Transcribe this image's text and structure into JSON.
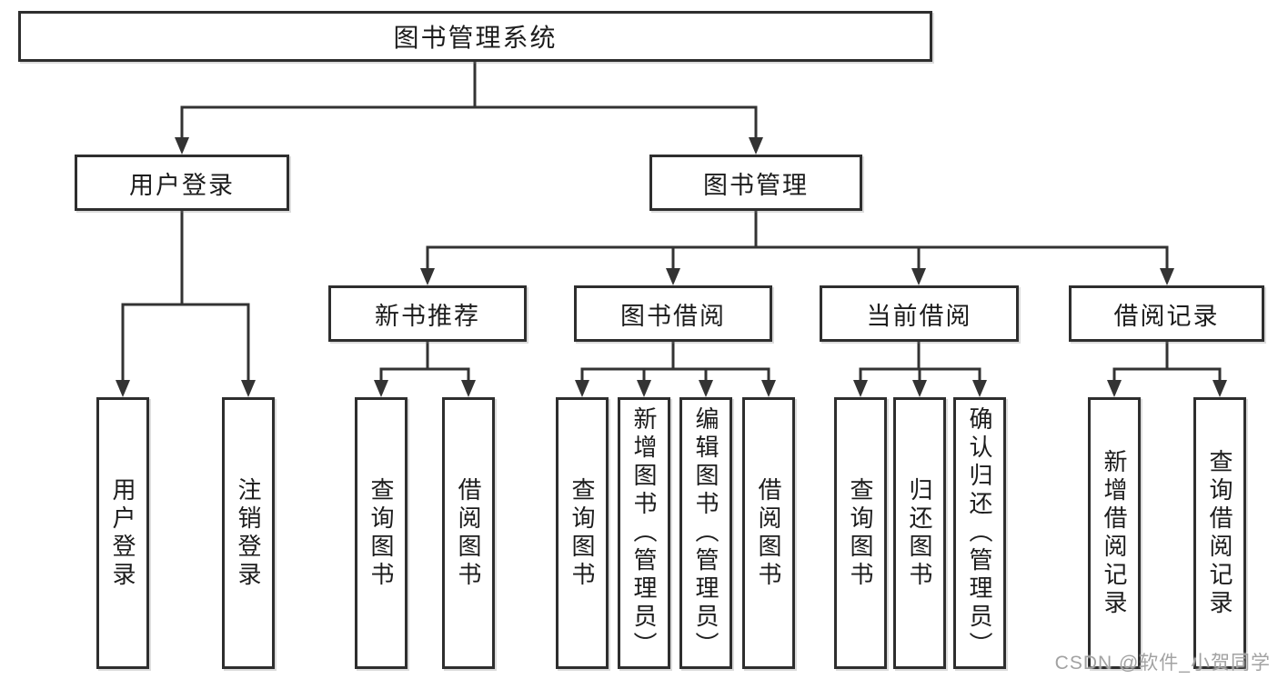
{
  "diagram": {
    "root": {
      "label": "图书管理系统"
    },
    "branches": [
      {
        "label": "用户登录",
        "children": [
          {
            "label": "用户登录"
          },
          {
            "label": "注销登录"
          }
        ]
      },
      {
        "label": "图书管理",
        "children": [
          {
            "label": "新书推荐",
            "children": [
              {
                "label": "查询图书"
              },
              {
                "label": "借阅图书"
              }
            ]
          },
          {
            "label": "图书借阅",
            "children": [
              {
                "label": "查询图书"
              },
              {
                "label": "新增图书（管理员）"
              },
              {
                "label": "编辑图书（管理员）"
              },
              {
                "label": "借阅图书"
              }
            ]
          },
          {
            "label": "当前借阅",
            "children": [
              {
                "label": "查询图书"
              },
              {
                "label": "归还图书"
              },
              {
                "label": "确认归还（管理员）"
              }
            ]
          },
          {
            "label": "借阅记录",
            "children": [
              {
                "label": "新增借阅记录"
              },
              {
                "label": "查询借阅记录"
              }
            ]
          }
        ]
      }
    ],
    "colors": {
      "line": "#333333",
      "border": "#2e2e2e",
      "text": "#1c1c1c",
      "watermark": "#a2a2a2"
    }
  },
  "watermark": {
    "text": "CSDN @软件_小贺同学"
  }
}
